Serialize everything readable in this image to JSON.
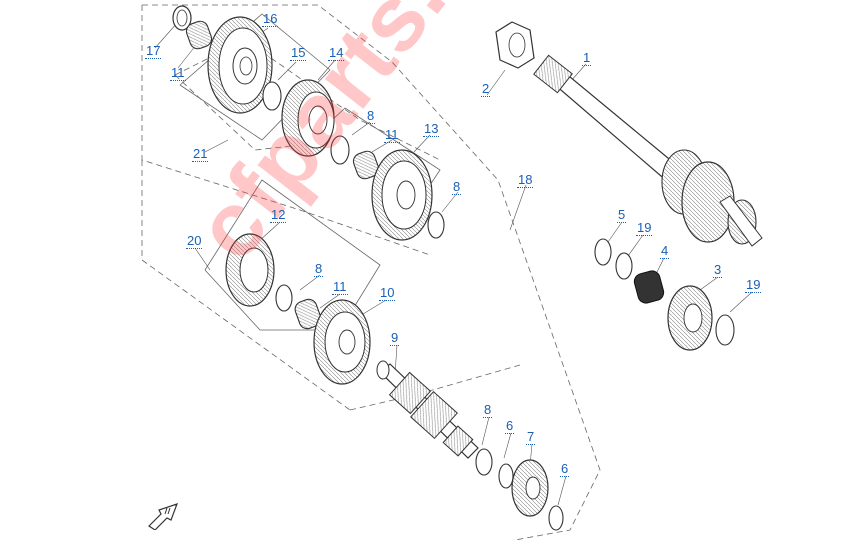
{
  "diagram": {
    "callouts": [
      {
        "key": "c1",
        "label": "1"
      },
      {
        "key": "c2",
        "label": "2"
      },
      {
        "key": "c3",
        "label": "3"
      },
      {
        "key": "c4",
        "label": "4"
      },
      {
        "key": "c5",
        "label": "5"
      },
      {
        "key": "c6a",
        "label": "6"
      },
      {
        "key": "c6b",
        "label": "6"
      },
      {
        "key": "c7",
        "label": "7"
      },
      {
        "key": "c8a",
        "label": "8"
      },
      {
        "key": "c8b",
        "label": "8"
      },
      {
        "key": "c8c",
        "label": "8"
      },
      {
        "key": "c8d",
        "label": "8"
      },
      {
        "key": "c9",
        "label": "9"
      },
      {
        "key": "c10",
        "label": "10"
      },
      {
        "key": "c11a",
        "label": "11"
      },
      {
        "key": "c11b",
        "label": "11"
      },
      {
        "key": "c11c",
        "label": "11"
      },
      {
        "key": "c12",
        "label": "12"
      },
      {
        "key": "c13",
        "label": "13"
      },
      {
        "key": "c14",
        "label": "14"
      },
      {
        "key": "c15",
        "label": "15"
      },
      {
        "key": "c16",
        "label": "16"
      },
      {
        "key": "c17",
        "label": "17"
      },
      {
        "key": "c18",
        "label": "18"
      },
      {
        "key": "c19a",
        "label": "19"
      },
      {
        "key": "c19b",
        "label": "19"
      },
      {
        "key": "c20",
        "label": "20"
      },
      {
        "key": "c21",
        "label": "21"
      }
    ],
    "watermark": "cfparts.ru",
    "colors": {
      "line": "#444444",
      "callout": "#1a5fb4",
      "watermark": "#ff3b3b"
    },
    "icons": {
      "direction": "front-direction-arrow-icon"
    }
  }
}
